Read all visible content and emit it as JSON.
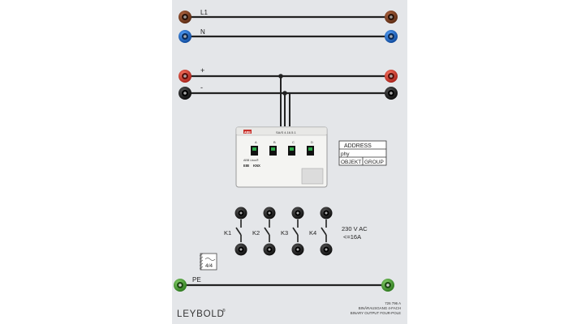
{
  "rails": {
    "l1": "L1",
    "n": "N",
    "plus": "+",
    "minus": "-",
    "pe": "PE"
  },
  "module": {
    "brand": "ABB",
    "model": "SA/S 4.16.5.1",
    "channels": [
      "A",
      "B",
      "C",
      "D"
    ],
    "brand_lower": "ABB i-bus®",
    "knx": "EIB",
    "knx2": "KNX"
  },
  "address_table": {
    "title": "ADDRESS",
    "phy": "phy",
    "objekt": "OBJEKT",
    "group": "GROUP"
  },
  "contacts": {
    "labels": [
      "K1",
      "K2",
      "K3",
      "K4"
    ],
    "voltage": "230 V AC",
    "current": "<=16A"
  },
  "badge": "4/4",
  "footer": {
    "brand": "LEYBOLD",
    "brand_mark": "®",
    "part_no": "726 796 A",
    "line_de": "BINÄRAUSGANG 4-FACH",
    "line_en": "BINARY OUTPUT FOUR-POLE"
  },
  "colors": {
    "panel": "#e4e6e9",
    "socket_brown": "#7a3b1e",
    "socket_blue": "#1f6fd1",
    "socket_red": "#d93a2b",
    "socket_black": "#1d1d1d",
    "socket_green": "#4fa43a",
    "module_red": "#c8302a"
  }
}
